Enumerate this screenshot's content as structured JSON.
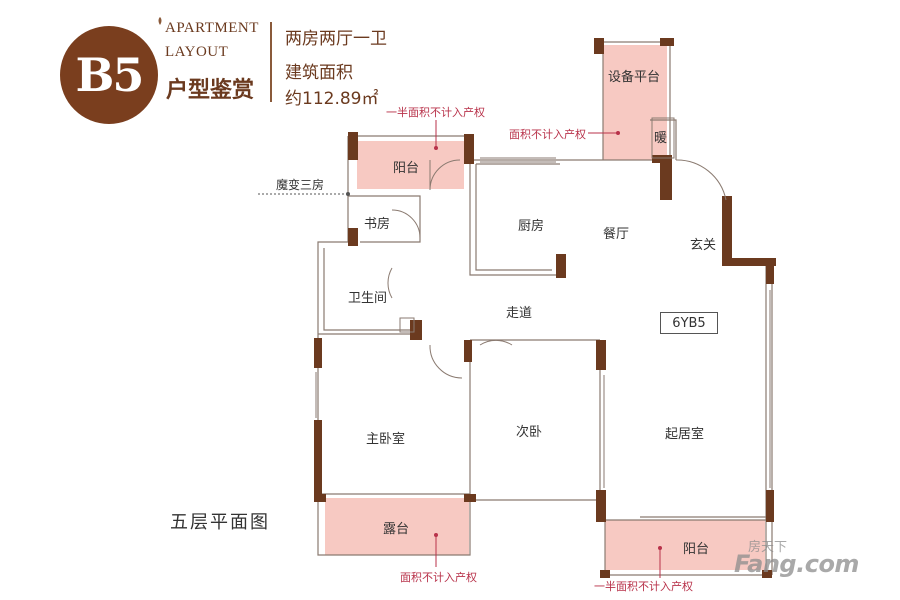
{
  "header": {
    "badge": "B5",
    "title_en_1": "APARTMENT",
    "title_en_2": "LAYOUT",
    "title_cn": "户型鉴赏",
    "layout_type": "两房两厅一卫",
    "area_label": "建筑面积",
    "area_value": "约112.89㎡"
  },
  "rooms": {
    "equipment_platform": "设备平台",
    "heating": "暖",
    "balcony_top": "阳台",
    "study": "书房",
    "kitchen": "厨房",
    "dining": "餐厅",
    "foyer": "玄关",
    "bathroom": "卫生间",
    "corridor": "走道",
    "master_bedroom": "主卧室",
    "second_bedroom": "次卧",
    "living_room": "起居室",
    "terrace": "露台",
    "balcony_bottom": "阳台"
  },
  "notes": {
    "half_area_top": "一半面积不计入产权",
    "no_area_platform": "面积不计入产权",
    "magic_three_rooms": "魔变三房",
    "no_area_terrace": "面积不计入产权",
    "half_area_bottom": "一半面积不计入产权"
  },
  "unit_code": "6YB5",
  "floor_name": "五层平面图",
  "watermark": {
    "line1": "房天下",
    "line2": "Fang.com"
  },
  "colors": {
    "wall": "#6b3a1f",
    "pink_area": "#f7c9c2",
    "annotation": "#b8324a",
    "badge": "#7a3e1e"
  }
}
